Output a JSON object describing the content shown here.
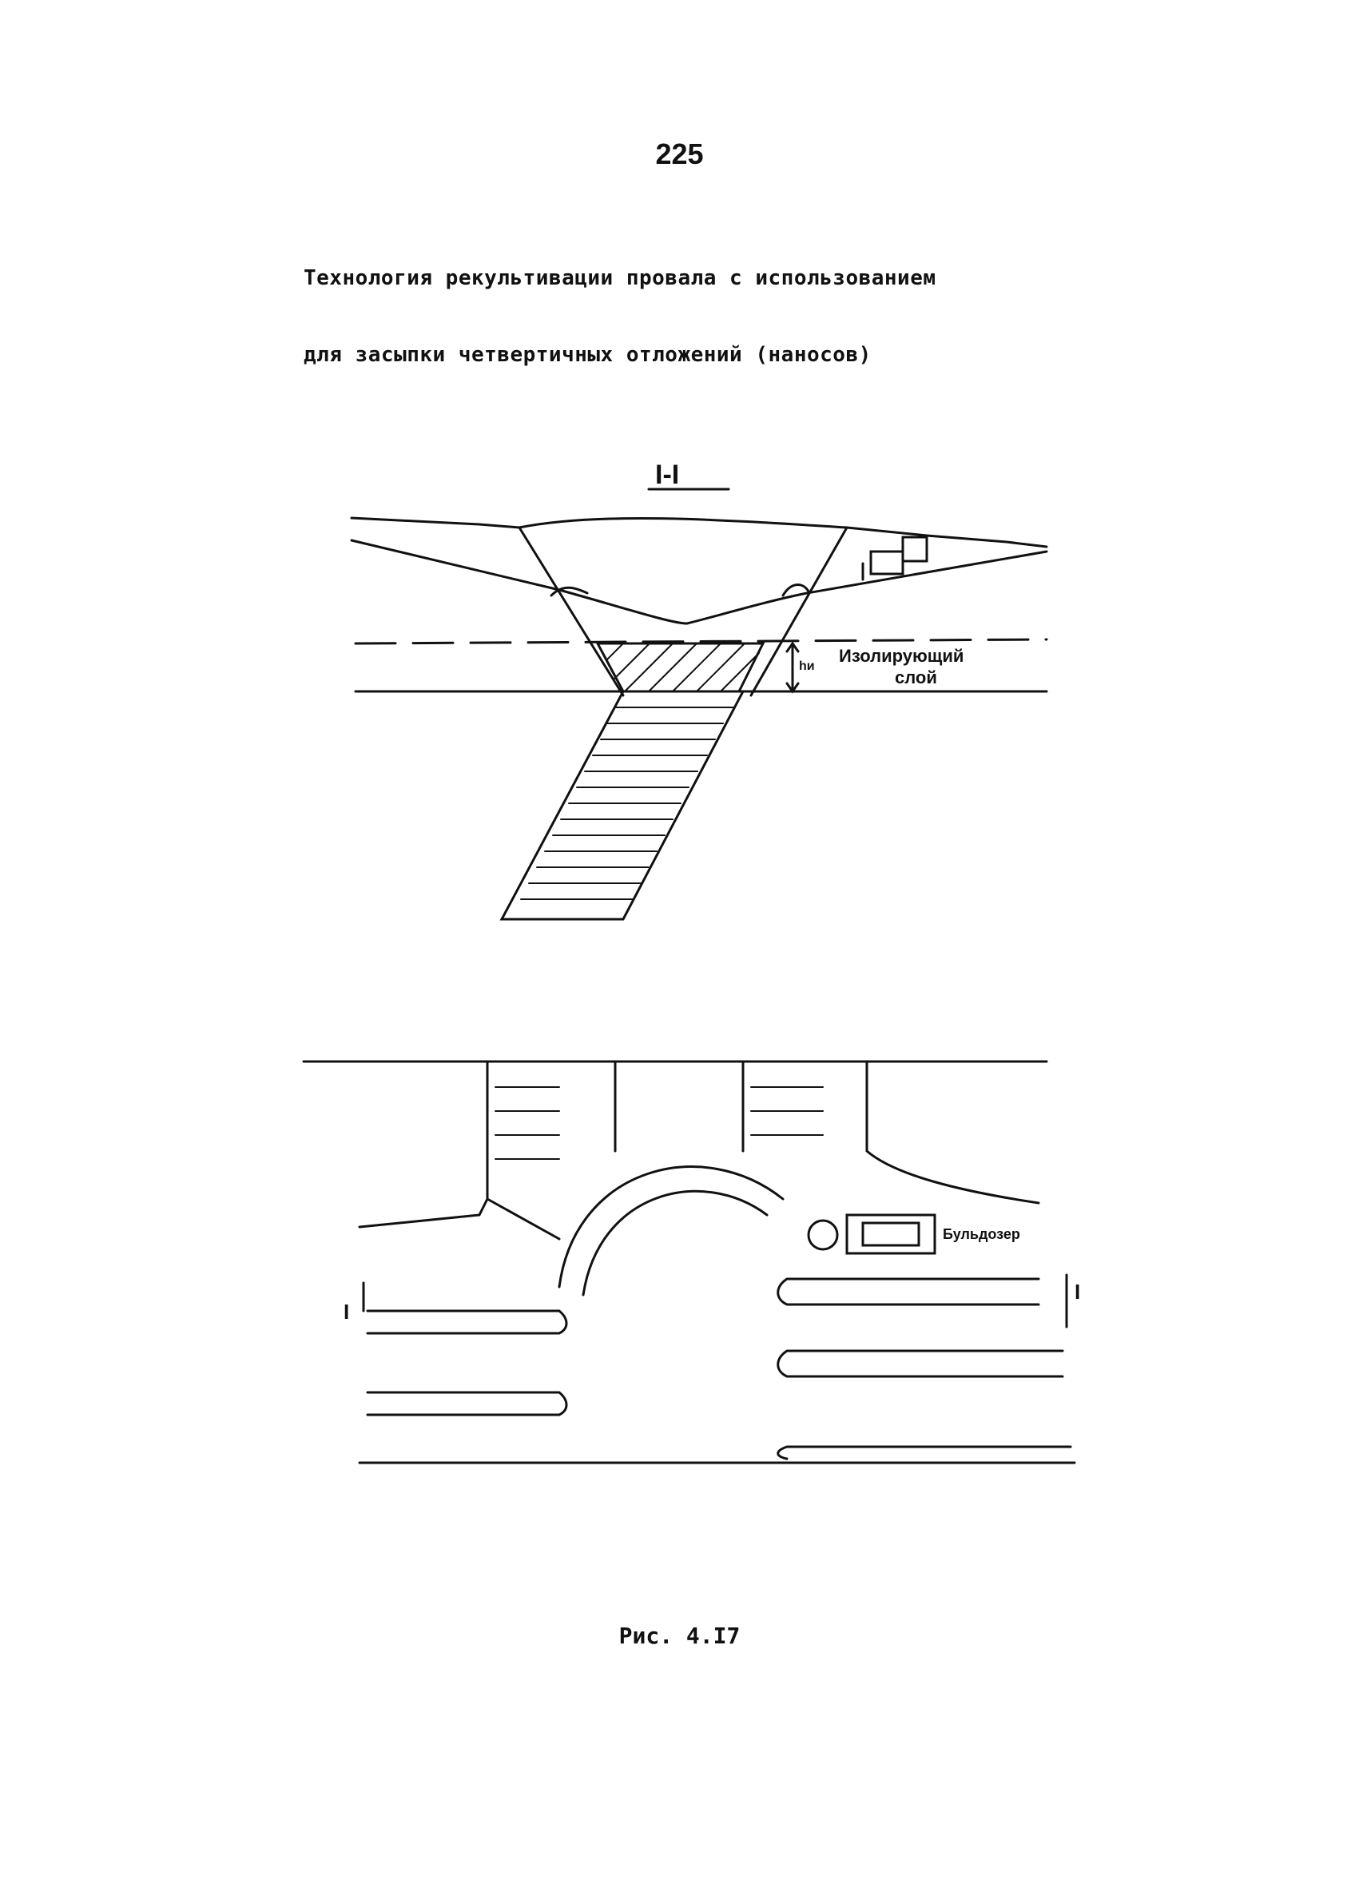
{
  "page": {
    "number": "225",
    "title_lines": [
      "Технология рекультивации провала с использованием",
      "для засыпки четвертичных отложений (наносов)"
    ],
    "caption": "Рис. 4.I7"
  },
  "figure_top": {
    "section_label": "I-I",
    "layer_label_line1": "Изолирующий",
    "layer_label_line2": "слой",
    "dimension_label": "hи"
  },
  "figure_bottom": {
    "machine_label": "Бульдозер",
    "marker_left": "I",
    "marker_right": "I"
  }
}
